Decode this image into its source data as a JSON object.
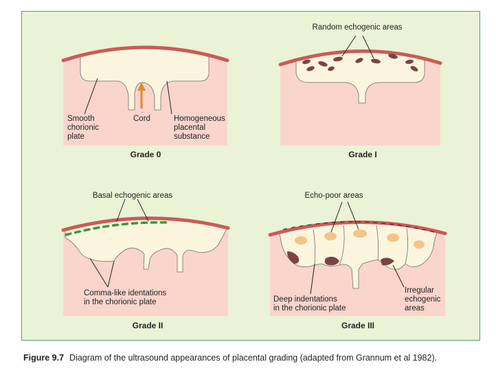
{
  "caption": {
    "figure_number": "Figure 9.7",
    "text": "Diagram of the ultrasound appearances of placental grading (adapted from Grannum et al 1982)."
  },
  "colors": {
    "panel_background": "#eaf3d6",
    "panel_border": "#4f9d73",
    "uterus_fill": "#f9d5cc",
    "placenta_fill": "#fcf5de",
    "chorionic_plate": "#cc5a57",
    "cord_arrow": "#e08a2a",
    "basal_dots": "#2e9c35",
    "echogenic_dark": "#7a4444",
    "echo_poor": "#f4c488"
  },
  "panels": {
    "grade0": {
      "title": "Grade 0",
      "label_plate_1": "Smooth",
      "label_plate_2": "chorionic",
      "label_plate_3": "plate",
      "label_cord": "Cord",
      "label_substance_1": "Homogeneous",
      "label_substance_2": "placental",
      "label_substance_3": "substance"
    },
    "grade1": {
      "title": "Grade I",
      "label_areas": "Random echogenic areas"
    },
    "grade2": {
      "title": "Grade II",
      "label_basal": "Basal echogenic areas",
      "label_comma_1": "Comma-like identations",
      "label_comma_2": "in the chorionic plate"
    },
    "grade3": {
      "title": "Grade III",
      "label_echopoor": "Echo-poor areas",
      "label_deep_1": "Deep indentations",
      "label_deep_2": "in the chorionic plate",
      "label_irregular_1": "Irregular",
      "label_irregular_2": "echogenic",
      "label_irregular_3": "areas"
    }
  }
}
